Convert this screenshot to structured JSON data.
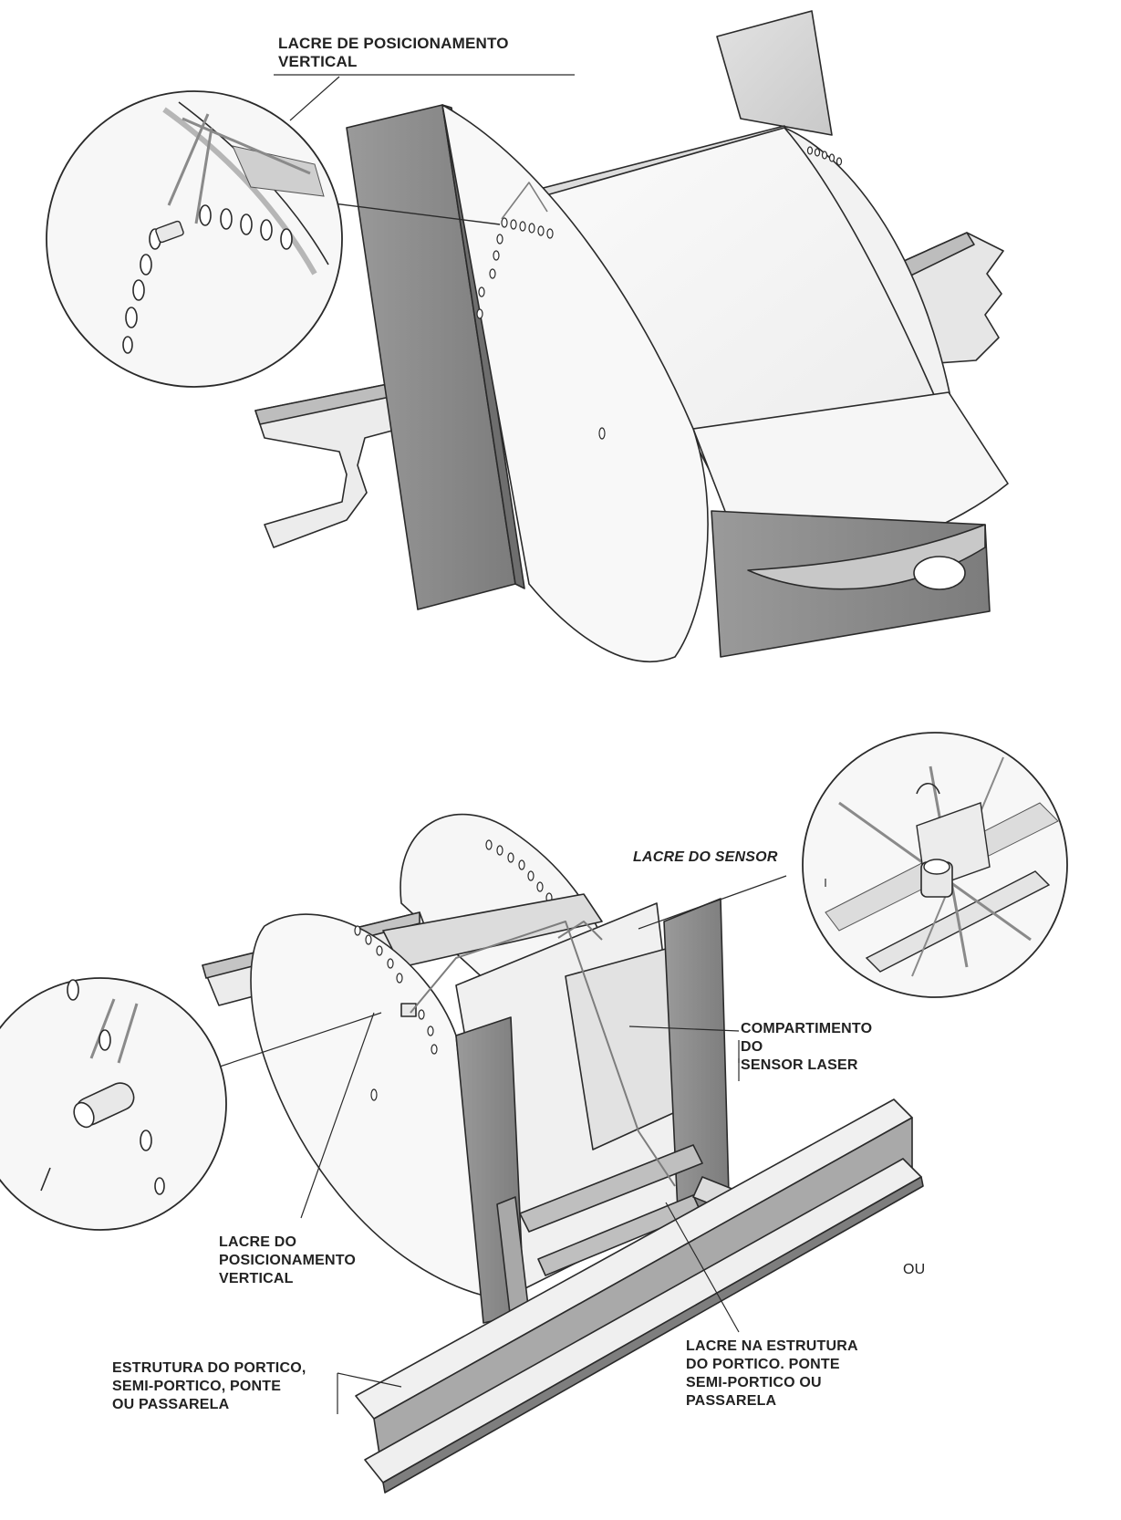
{
  "top_diagram": {
    "label_vertical_seal": [
      "LACRE DE POSICIONAMENTO",
      "VERTICAL"
    ]
  },
  "bottom_diagram": {
    "label_sensor_seal": "LACRE DO SENSOR",
    "label_compartment": [
      "COMPARTIMENTO",
      "DO",
      "SENSOR LASER"
    ],
    "label_vertical_seal": [
      "LACRE DO",
      "POSICIONAMENTO",
      "VERTICAL"
    ],
    "label_or": "OU",
    "label_structure": [
      "ESTRUTURA DO PORTICO,",
      "SEMI-PORTICO, PONTE",
      "OU PASSARELA"
    ],
    "label_structure_seal": [
      "LACRE NA ESTRUTURA",
      "DO PORTICO.  PONTE",
      "SEMI-PORTICO OU",
      "PASSARELA"
    ]
  },
  "colors": {
    "line": "#2a2a2a",
    "light_face": "#f4f4f4",
    "mid_face": "#d6d6d6",
    "dark_face": "#8a8a8a",
    "wire": "#7d7d7d"
  }
}
